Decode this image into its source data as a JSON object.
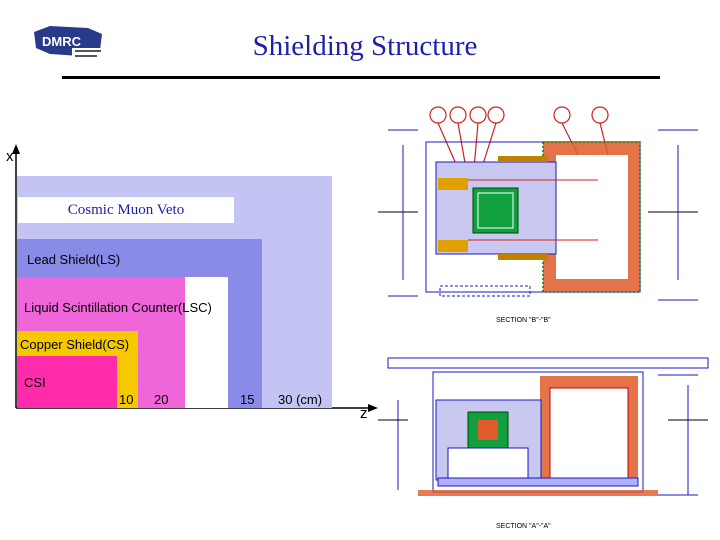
{
  "title": "Shielding Structure",
  "logo": {
    "text": "DMRC"
  },
  "diagram": {
    "layers": [
      {
        "label": "Cosmic Muon Veto",
        "color": "#c4c4f4"
      },
      {
        "label": "Lead Shield(LS)",
        "color": "#8a8ae8"
      },
      {
        "label": "Liquid Scintillation Counter(LSC)",
        "color": "#ee66d8"
      },
      {
        "label": "Copper Shield(CS)",
        "color": "#f6c800"
      },
      {
        "label": "CSI",
        "color": "#ff2bab"
      }
    ],
    "ticks": [
      "10",
      "20",
      "15",
      "30 (cm)"
    ],
    "axis_x": "x",
    "axis_z": "z"
  },
  "drawings": {
    "section1_caption": "SECTION \"B\"-\"B\"",
    "section2_caption": "SECTION \"A\"-\"A\""
  }
}
